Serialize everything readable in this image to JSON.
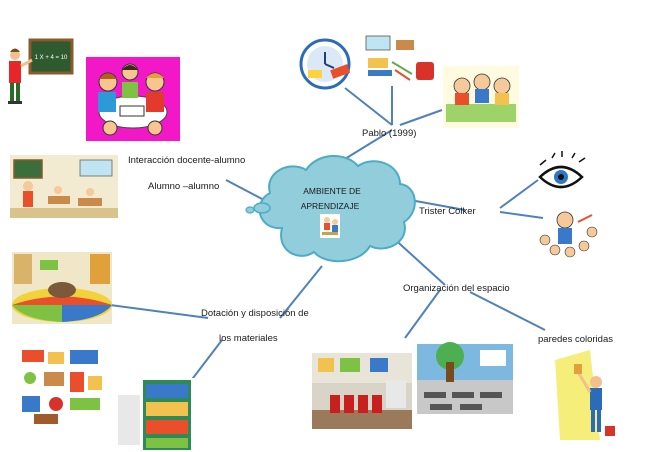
{
  "center": {
    "title_line1": "AMBIENTE DE",
    "title_line2": "APRENDIZAJE"
  },
  "labels": {
    "pablo": "Pablo (1999)",
    "interaccion": "Interacción docente-alumno",
    "alumno": "Alumno –alumno",
    "trister": "Trister Colker",
    "organizacion": "Organización del espacio",
    "dotacion": "Dotación y disposición de",
    "materiales": "los materiales",
    "paredes": "paredes coloridas"
  },
  "board_text": "1 X + 4 = 10",
  "colors": {
    "line": "#4f81bd",
    "cloud_fill": "#92cddc",
    "cloud_stroke": "#4bacc6",
    "magenta": "#f218c8"
  }
}
